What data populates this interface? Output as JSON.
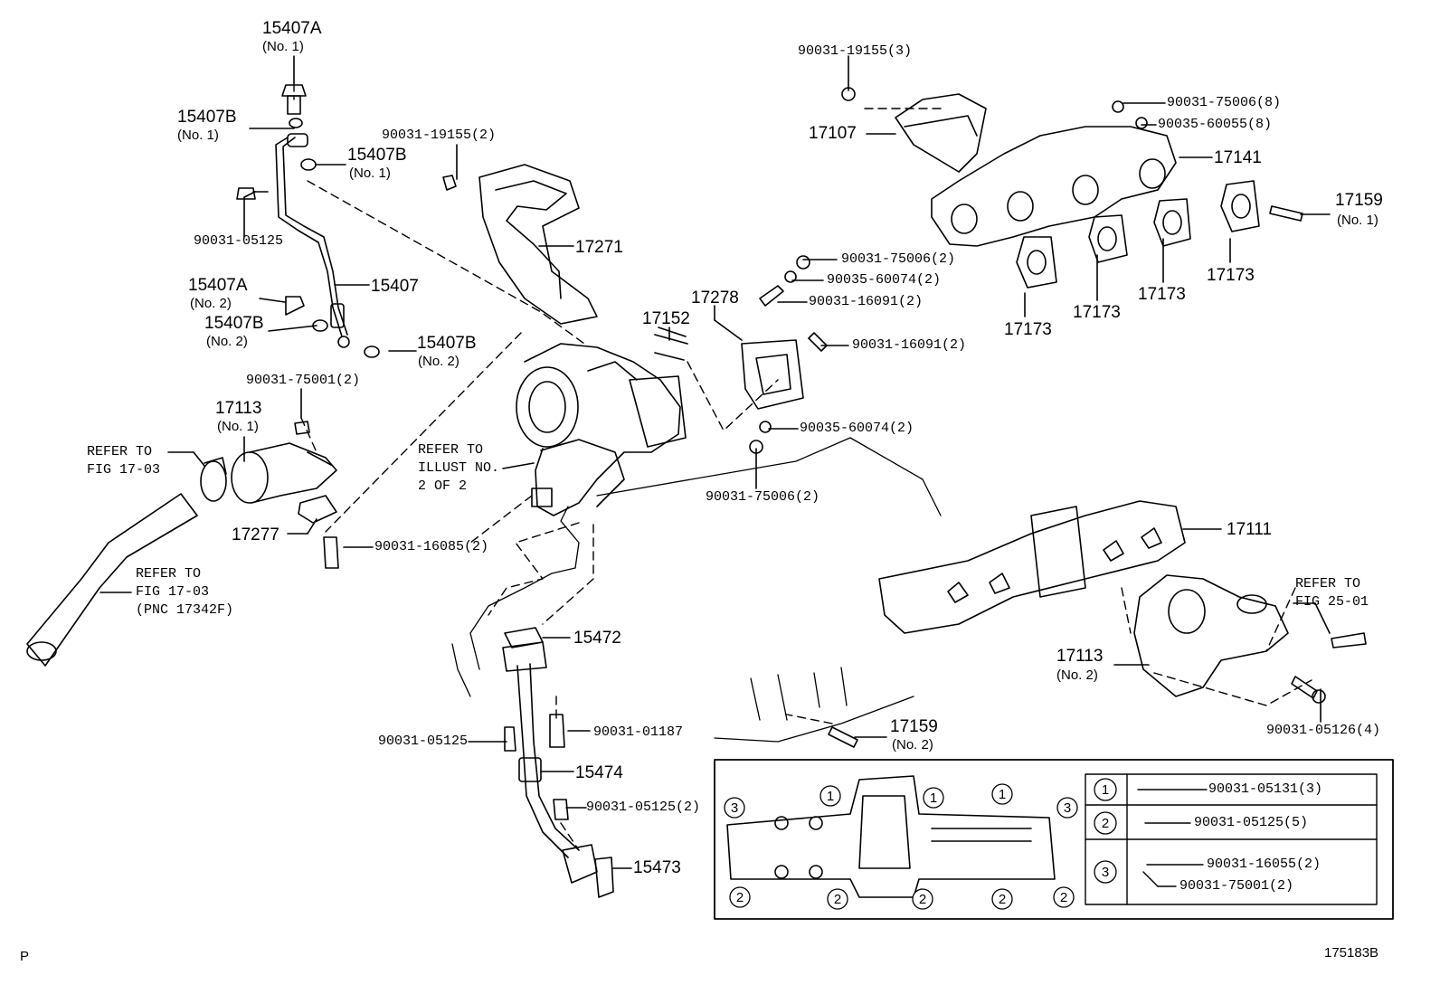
{
  "parts": {
    "p15407a_1": "15407A",
    "p15407a_1_sub": "(No. 1)",
    "p15407b_1a": "15407B",
    "p15407b_1a_sub": "(No. 1)",
    "p15407b_1b": "15407B",
    "p15407b_1b_sub": "(No. 1)",
    "p90031_05125_top": "90031-05125",
    "p15407": "15407",
    "p15407a_2": "15407A",
    "p15407a_2_sub": "(No. 2)",
    "p15407b_2a": "15407B",
    "p15407b_2a_sub": "(No. 2)",
    "p15407b_2b": "15407B",
    "p15407b_2b_sub": "(No. 2)",
    "p90031_19155_2": "90031-19155(2)",
    "p17271": "17271",
    "p90031_75001_2": "90031-75001(2)",
    "p17113_1": "17113",
    "p17113_1_sub": "(No. 1)",
    "p17277": "17277",
    "p90031_16085_2": "90031-16085(2)",
    "p17152": "17152",
    "p17278": "17278",
    "p90031_19155_3": "90031-19155(3)",
    "p17107": "17107",
    "p90031_75006_8": "90031-75006(8)",
    "p90035_60055_8": "90035-60055(8)",
    "p17141": "17141",
    "p17159_1": "17159",
    "p17159_1_sub": "(No. 1)",
    "p90031_75006_2a": "90031-75006(2)",
    "p90035_60074_2a": "90035-60074(2)",
    "p90031_16091_2a": "90031-16091(2)",
    "p90031_16091_2b": "90031-16091(2)",
    "p90035_60074_2b": "90035-60074(2)",
    "p90031_75006_2b": "90031-75006(2)",
    "p17173_a": "17173",
    "p17173_b": "17173",
    "p17173_c": "17173",
    "p17173_d": "17173",
    "p17111": "17111",
    "p17113_2": "17113",
    "p17113_2_sub": "(No. 2)",
    "p90031_05126_4": "90031-05126(4)",
    "p17159_2": "17159",
    "p17159_2_sub": "(No. 2)",
    "p15472": "15472",
    "p90031_01187": "90031-01187",
    "p90031_05125_mid": "90031-05125",
    "p15474": "15474",
    "p90031_05125_2": "90031-05125(2)",
    "p15473": "15473"
  },
  "notes": {
    "refer_fig_17_03_a": [
      "REFER TO",
      "FIG 17-03"
    ],
    "refer_fig_17_03_b": [
      "REFER TO",
      "FIG 17-03",
      "(PNC 17342F)"
    ],
    "refer_illust": [
      "REFER TO",
      "ILLUST NO.",
      "2 OF 2"
    ],
    "refer_fig_25_01": [
      "REFER TO",
      "FIG 25-01"
    ]
  },
  "legend": {
    "key1": "1",
    "key2": "2",
    "key3": "3",
    "item1": "90031-05131(3)",
    "item2": "90031-05125(5)",
    "item3a": "90031-16055(2)",
    "item3b": "90031-75001(2)"
  },
  "inset_markers": [
    "3",
    "1",
    "1",
    "1",
    "3",
    "2",
    "2",
    "2",
    "2",
    "2"
  ],
  "footer": {
    "left": "P",
    "right": "175183B"
  }
}
